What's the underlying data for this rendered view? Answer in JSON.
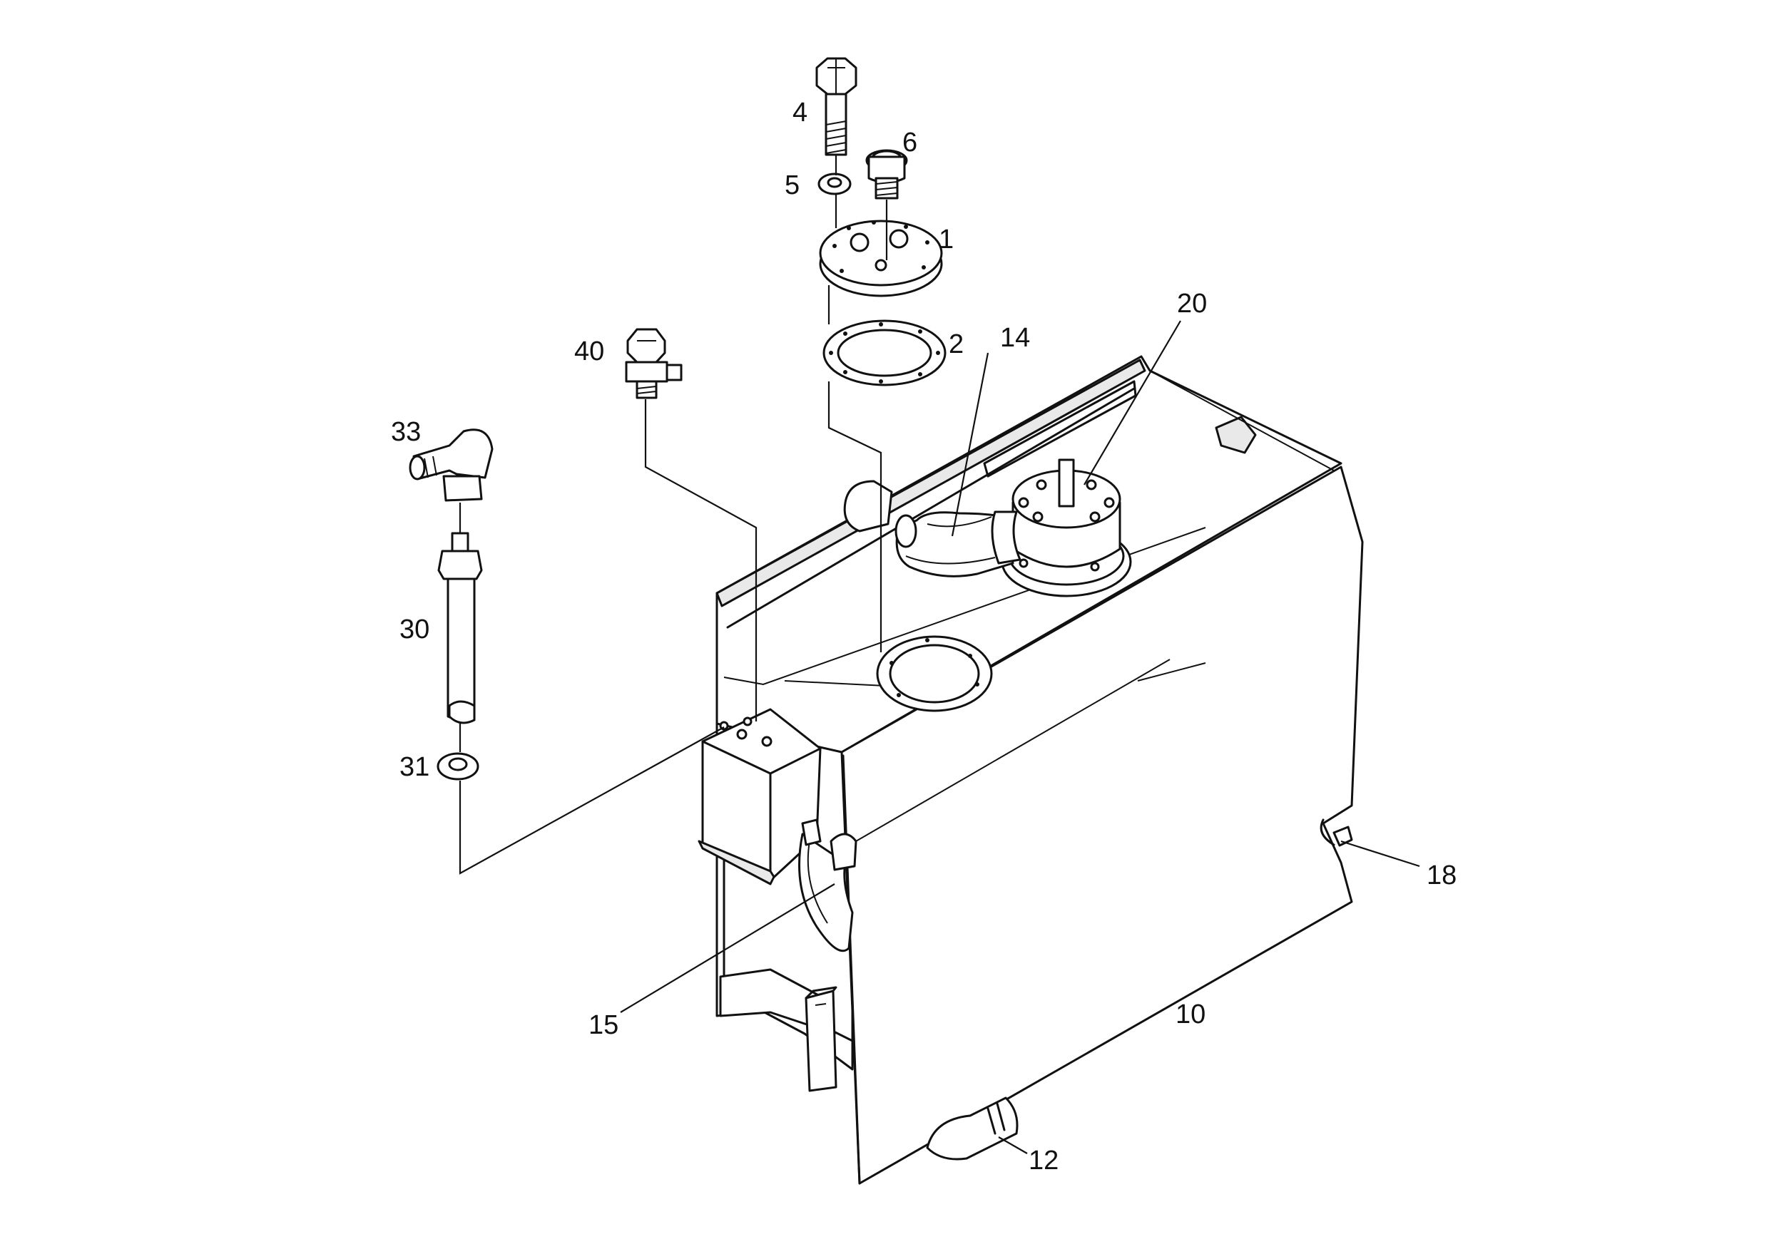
{
  "callouts": {
    "c1": "1",
    "c2": "2",
    "c4": "4",
    "c5": "5",
    "c6": "6",
    "c10": "10",
    "c12": "12",
    "c14": "14",
    "c15": "15",
    "c18": "18",
    "c20": "20",
    "c30": "30",
    "c31": "31",
    "c33": "33",
    "c40": "40"
  },
  "colors": {
    "line": "#111111",
    "background": "#ffffff"
  }
}
